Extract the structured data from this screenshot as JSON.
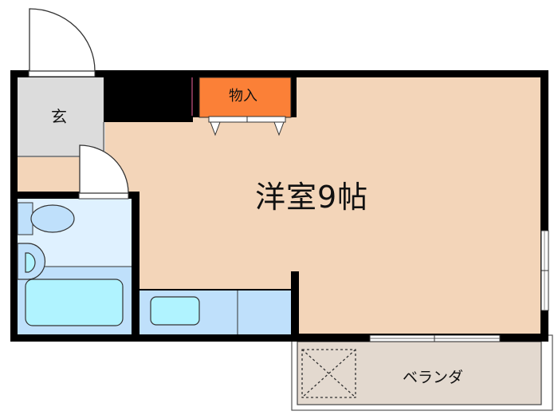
{
  "floor_plan": {
    "rooms": {
      "main_room": {
        "label": "洋室9帖",
        "type": "western-style room",
        "size_jo": 9
      },
      "genkan": {
        "label": "玄",
        "type": "entrance"
      },
      "storage": {
        "label": "物入",
        "type": "closet"
      },
      "balcony": {
        "label": "ベランダ",
        "type": "balcony"
      },
      "unit_bath": {
        "label": "",
        "type": "bathroom with toilet, sink and tub"
      },
      "kitchen": {
        "label": "",
        "type": "kitchen counter with sink"
      }
    },
    "colors": {
      "wall": "#000000",
      "main_room": "#f3d5b9",
      "genkan": "#dcdcdc",
      "storage": "#fb8037",
      "bath_light": "#dff1ff",
      "bath_mid": "#bfe0fb",
      "fixture": "#b0f3ff",
      "balcony": "#e3d9cf"
    }
  }
}
